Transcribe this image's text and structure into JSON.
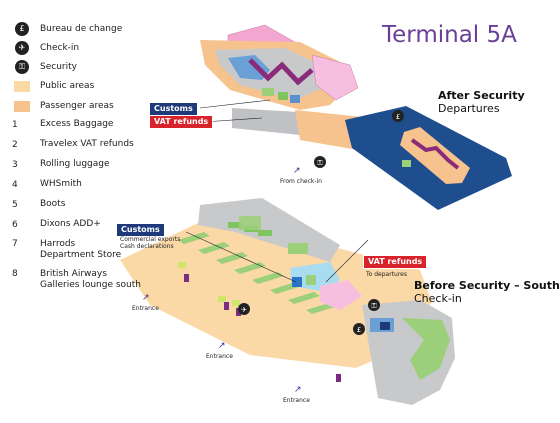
{
  "title": "Terminal 5A",
  "headings": {
    "after_security": {
      "line1": "After Security",
      "line2": "Departures"
    },
    "before_security": {
      "line1": "Before Security – South",
      "line2": "Check-in"
    }
  },
  "legend": [
    {
      "kind": "icon",
      "icon": "bureau-de-change-icon",
      "glyph": "£",
      "label": "Bureau de change"
    },
    {
      "kind": "icon",
      "icon": "check-in-icon",
      "glyph": "✈",
      "label": "Check-in"
    },
    {
      "kind": "icon",
      "icon": "security-icon",
      "glyph": "⚿",
      "label": "Security"
    },
    {
      "kind": "swatch",
      "color": "#fbd9a6",
      "label": "Public areas"
    },
    {
      "kind": "swatch",
      "color": "#f6c28e",
      "label": "Passenger areas"
    },
    {
      "kind": "num",
      "num": "1",
      "label": "Excess Baggage"
    },
    {
      "kind": "num",
      "num": "2",
      "label": "Travelex VAT refunds"
    },
    {
      "kind": "num",
      "num": "3",
      "label": "Rolling luggage"
    },
    {
      "kind": "num",
      "num": "4",
      "label": "WHSmith"
    },
    {
      "kind": "num",
      "num": "5",
      "label": "Boots"
    },
    {
      "kind": "num",
      "num": "6",
      "label": "Dixons ADD+"
    },
    {
      "kind": "num",
      "num": "7",
      "label": "Harrods",
      "label2": "Department Store"
    },
    {
      "kind": "num",
      "num": "8",
      "label": "British Airways",
      "label2": "Galleries lounge south"
    }
  ],
  "tags": {
    "customs_top": "Customs",
    "vat_top": "VAT refunds",
    "customs_bottom": "Customs",
    "customs_bottom_note1": "Commercial exports",
    "customs_bottom_note2": "Cash declarations",
    "vat_bottom": "VAT refunds"
  },
  "labels": {
    "from_check_in": "From check-in",
    "to_departures": "To departures",
    "entrance": "Entrance"
  },
  "colors": {
    "title": "#6a3f96",
    "public": "#fbd9a6",
    "passenger": "#f6c28e",
    "departures_floor": "#1f4e8f",
    "harrods": "#f3a6cf",
    "shops": "#9bcf7a",
    "grey": "#c7c9cb"
  }
}
